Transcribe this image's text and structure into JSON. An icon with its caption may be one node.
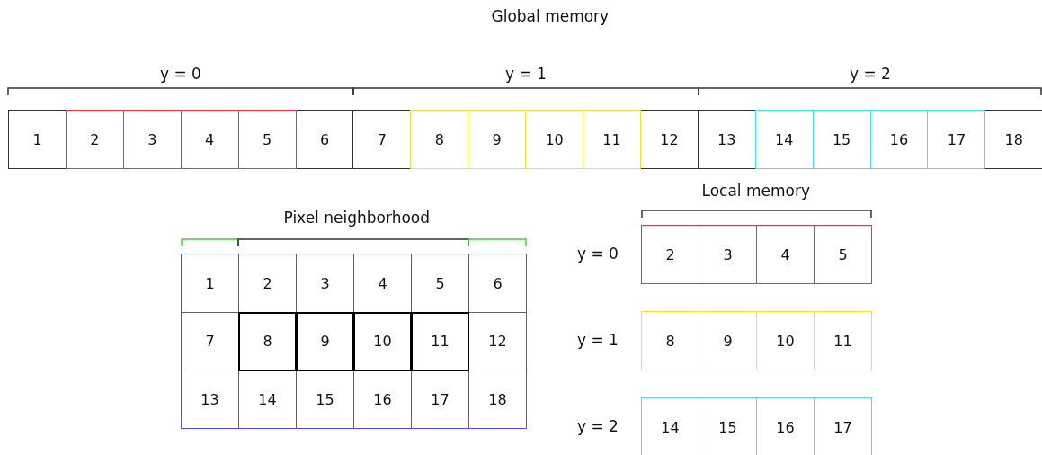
{
  "diagram": {
    "title": "Global memory",
    "nodes": [
      {
        "text": [
          "1"
        ]
      },
      {
        "text": [
          "2"
        ]
      },
      {
        "text": [
          "3"
        ]
      },
      {
        "text": [
          "4"
        ]
      },
      {
        "text": [
          "5"
        ]
      },
      {
        "text": [
          "6"
        ]
      },
      {
        "text": [
          "7"
        ]
      },
      {
        "text": [
          "8"
        ]
      },
      {
        "text": [
          "9"
        ]
      },
      {
        "text": [
          "10"
        ]
      },
      {
        "text": [
          "11"
        ]
      },
      {
        "text": [
          "12"
        ]
      },
      {
        "text": [
          "13"
        ]
      },
      {
        "text": [
          "14"
        ]
      },
      {
        "text": [
          "15"
        ]
      },
      {
        "text": [
          "16"
        ]
      },
      {
        "text": [
          "17"
        ]
      },
      {
        "text": [
          "18"
        ]
      },
      {
        "text": [
          "1"
        ]
      },
      {
        "text": [
          "2"
        ]
      },
      {
        "text": [
          "3"
        ]
      },
      {
        "text": [
          "4"
        ]
      },
      {
        "text": [
          "5"
        ]
      },
      {
        "text": [
          "6"
        ]
      },
      {
        "text": [
          "7"
        ]
      },
      {
        "text": [
          "8"
        ]
      },
      {
        "text": [
          "9"
        ]
      },
      {
        "text": [
          "10"
        ]
      },
      {
        "text": [
          "11"
        ]
      },
      {
        "text": [
          "12"
        ]
      },
      {
        "text": [
          "13"
        ]
      },
      {
        "text": [
          "14"
        ]
      },
      {
        "text": [
          "15"
        ]
      },
      {
        "text": [
          "16"
        ]
      },
      {
        "text": [
          "17"
        ]
      },
      {
        "text": [
          "18"
        ]
      },
      {
        "text": [
          "2"
        ]
      },
      {
        "text": [
          "3"
        ]
      },
      {
        "text": [
          "4"
        ]
      },
      {
        "text": [
          "5"
        ]
      },
      {
        "text": [
          "8"
        ]
      },
      {
        "text": [
          "9"
        ]
      },
      {
        "text": [
          "10"
        ]
      },
      {
        "text": [
          "11"
        ]
      },
      {
        "text": [
          "14"
        ]
      },
      {
        "text": [
          "15"
        ]
      },
      {
        "text": [
          "16"
        ]
      },
      {
        "text": [
          "17"
        ]
      }
    ],
    "edges": [],
    "labels": [
      "y = 0",
      "y = 1",
      "y = 2",
      "Local memory",
      "Pixel neighborhood",
      "y = 0",
      "y = 1",
      "y = 2"
    ]
  }
}
